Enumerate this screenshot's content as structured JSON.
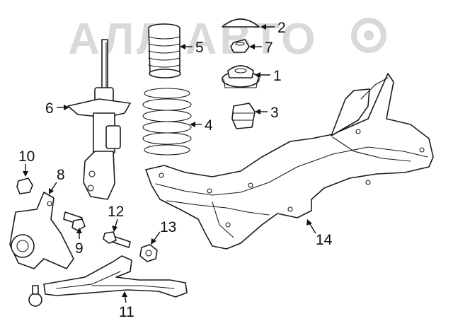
{
  "watermark": "АЛЛ АВТО",
  "callouts": {
    "c1": "1",
    "c2": "2",
    "c3": "3",
    "c4": "4",
    "c5": "5",
    "c6": "6",
    "c7": "7",
    "c8": "8",
    "c9": "9",
    "c10": "10",
    "c11": "11",
    "c12": "12",
    "c13": "13",
    "c14": "14"
  },
  "colors": {
    "line": "#1a1a1a",
    "watermark": "#d9d9d9",
    "background": "#ffffff"
  }
}
